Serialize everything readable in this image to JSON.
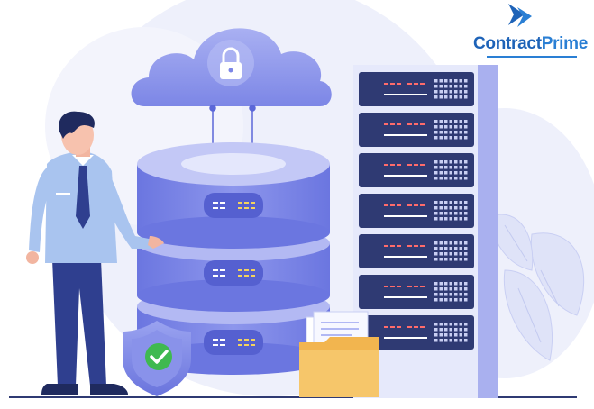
{
  "brand": {
    "name_part1": "Contract",
    "name_part2": "Prime",
    "logo_icon": "chevron-arrow-logo",
    "color": "#1e63b8"
  },
  "illustration": {
    "cloud_icon": "lock-icon",
    "shield_icon": "check-icon",
    "accent": "#5b67d8",
    "server_color": "#2f3a73",
    "folder_color": "#f2b54f"
  }
}
